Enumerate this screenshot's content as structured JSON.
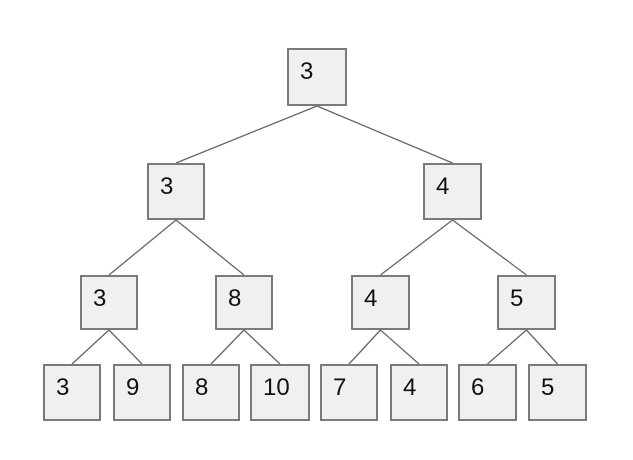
{
  "diagram": {
    "type": "binary-tree",
    "colors": {
      "node_fill": "#f0f0f0",
      "node_border": "#7a7a7a",
      "edge_color": "#666666",
      "background": "#ffffff",
      "text": "#111111"
    },
    "levels": [
      [
        "3"
      ],
      [
        "3",
        "4"
      ],
      [
        "3",
        "8",
        "4",
        "5"
      ],
      [
        "3",
        "9",
        "8",
        "10",
        "7",
        "4",
        "6",
        "5"
      ]
    ],
    "nodes": {
      "n0": {
        "label": "3"
      },
      "n1": {
        "label": "3"
      },
      "n2": {
        "label": "4"
      },
      "n3": {
        "label": "3"
      },
      "n4": {
        "label": "8"
      },
      "n5": {
        "label": "4"
      },
      "n6": {
        "label": "5"
      },
      "n7": {
        "label": "3"
      },
      "n8": {
        "label": "9"
      },
      "n9": {
        "label": "8"
      },
      "n10": {
        "label": "10"
      },
      "n11": {
        "label": "7"
      },
      "n12": {
        "label": "4"
      },
      "n13": {
        "label": "6"
      },
      "n14": {
        "label": "5"
      }
    },
    "edges": [
      [
        "n0",
        "n1"
      ],
      [
        "n0",
        "n2"
      ],
      [
        "n1",
        "n3"
      ],
      [
        "n1",
        "n4"
      ],
      [
        "n2",
        "n5"
      ],
      [
        "n2",
        "n6"
      ],
      [
        "n3",
        "n7"
      ],
      [
        "n3",
        "n8"
      ],
      [
        "n4",
        "n9"
      ],
      [
        "n4",
        "n10"
      ],
      [
        "n5",
        "n11"
      ],
      [
        "n5",
        "n12"
      ],
      [
        "n6",
        "n13"
      ],
      [
        "n6",
        "n14"
      ]
    ]
  }
}
